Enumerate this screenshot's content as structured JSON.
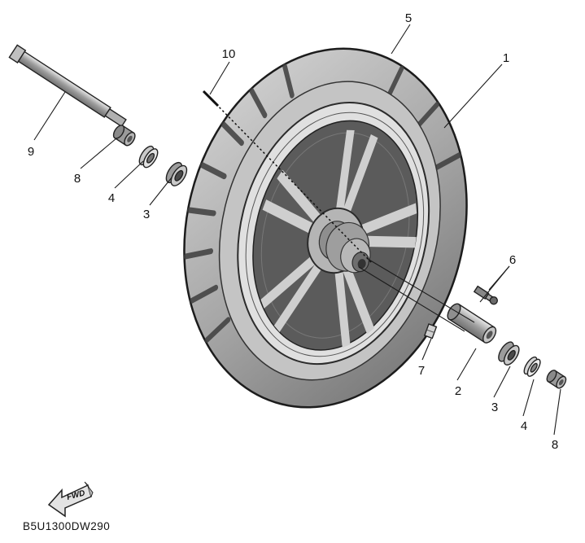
{
  "diagram": {
    "part_code": "B5U1300DW290",
    "fwd_arrow_label": "FWD",
    "callouts": {
      "tire": "5",
      "rim": "1",
      "axis": "10",
      "axle": "9",
      "collar_top": "8",
      "seal_top": "4",
      "bearing_top": "3",
      "valve": "6",
      "weight": "7",
      "spacer": "2",
      "bearing_bottom": "3",
      "seal_bottom": "4",
      "collar_bottom": "8"
    }
  }
}
